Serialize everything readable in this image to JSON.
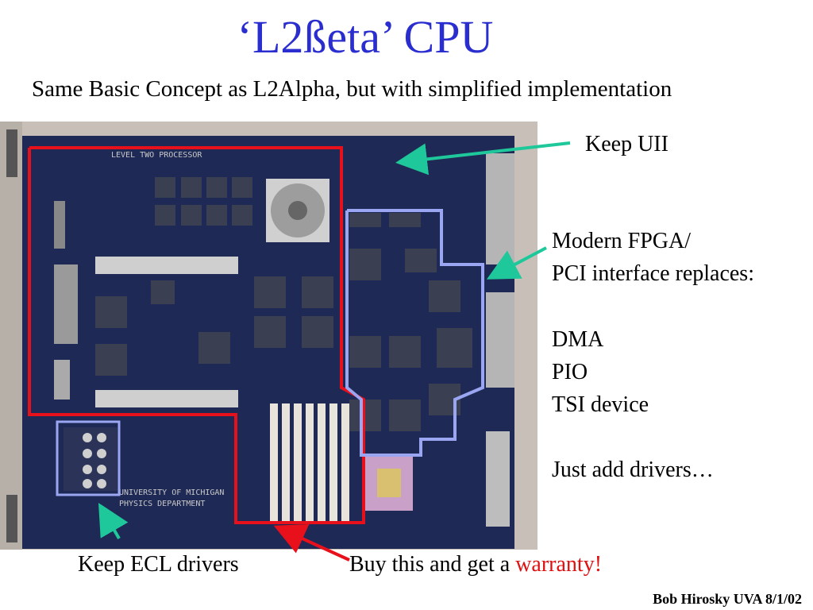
{
  "slide": {
    "title": "‘L2ßeta’ CPU",
    "subtitle": "Same Basic Concept as L2Alpha, but with simplified implementation",
    "footer": "Bob Hirosky UVA 8/1/02"
  },
  "callouts": {
    "keep_uii": "Keep UII",
    "fpga_lines": [
      "Modern FPGA/",
      "PCI interface replaces:"
    ],
    "replaced_items": [
      "DMA",
      "PIO",
      "TSI device"
    ],
    "just_add": "Just add drivers…",
    "keep_ecl": "Keep ECL drivers",
    "buy_prefix": "Buy this and get a",
    "buy_highlight": "warranty!"
  },
  "board_photo": {
    "silkscreen_top": "LEVEL TWO PROCESSOR",
    "silkscreen_bottom_1": "UNIVERSITY OF MICHIGAN",
    "silkscreen_bottom_2": "PHYSICS DEPARTMENT"
  },
  "colors": {
    "title": "#2b2ecf",
    "red_outline": "#e8101a",
    "blue_outline": "#9aa6f2",
    "arrow_green": "#1fc89a",
    "arrow_red": "#e8101a",
    "board": "#1e2a55"
  }
}
